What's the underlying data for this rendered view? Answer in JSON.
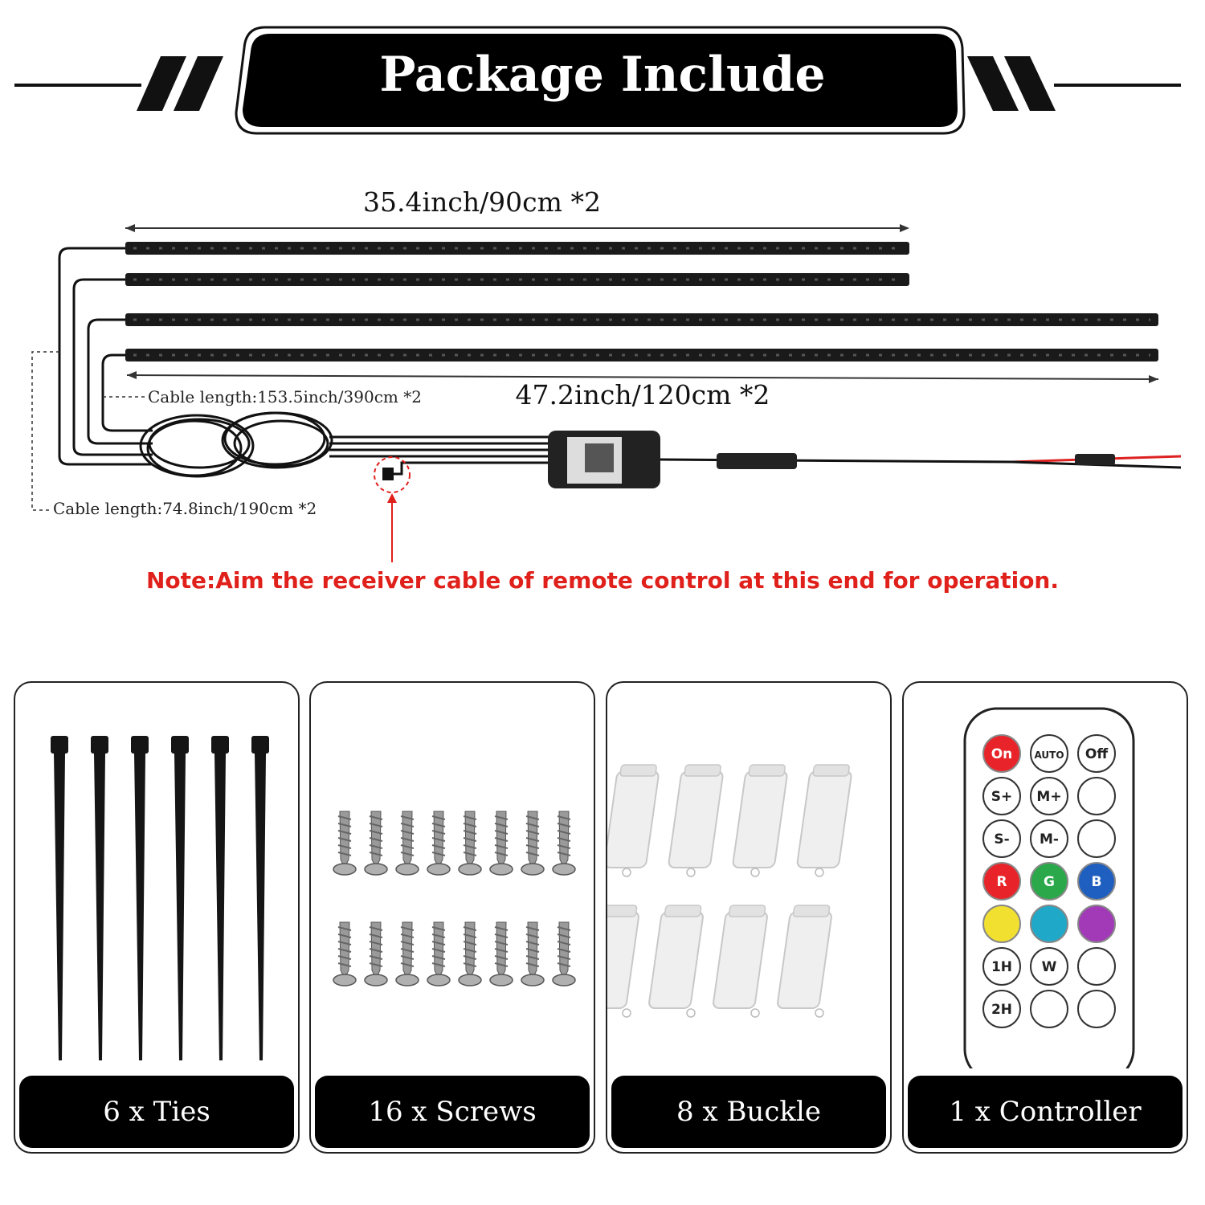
{
  "header": {
    "title": "Package Include"
  },
  "diagram": {
    "short_strip_length": "35.4inch/90cm *2",
    "long_strip_length": "47.2inch/120cm *2",
    "cable_length_long": "Cable length:153.5inch/390cm *2",
    "cable_length_short": "Cable length:74.8inch/190cm *2",
    "note": "Note:Aim the receiver cable of remote control at this end for operation."
  },
  "items": [
    {
      "label": "6 x Ties"
    },
    {
      "label": "16 x Screws"
    },
    {
      "label": "8 x Buckle"
    },
    {
      "label": "1 x Controller"
    }
  ],
  "remote": {
    "buttons": [
      "On",
      "AUTO",
      "Off",
      "S+",
      "M+",
      "",
      "S-",
      "M-",
      "",
      "R",
      "G",
      "B",
      "",
      "",
      "",
      "1H",
      "W",
      "",
      "2H",
      "",
      ""
    ]
  },
  "colors": {
    "note": "#e0201b",
    "red_button": "#e8242a",
    "green_button": "#2aa84a",
    "blue_button": "#1f5fbf",
    "yellow_button": "#f2e030",
    "cyan_button": "#1fa8c8",
    "purple_button": "#a23ab8"
  }
}
